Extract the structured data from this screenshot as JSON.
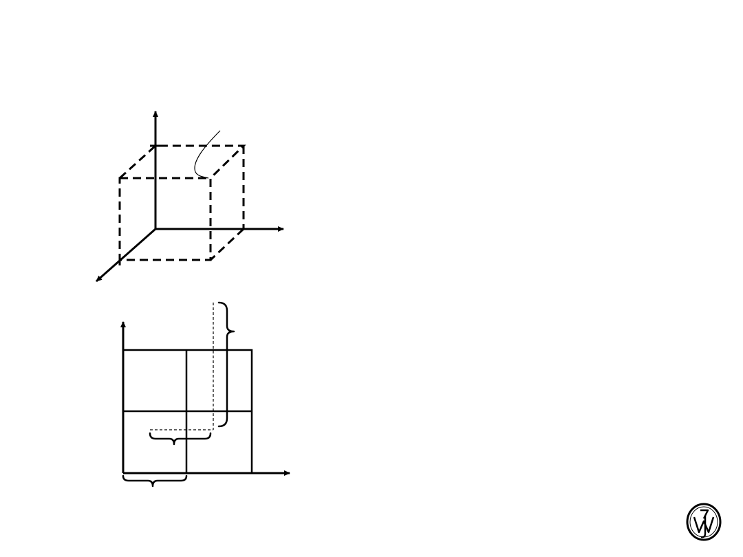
{
  "slide": {
    "background": "#ffffff",
    "stroke_color": "#000000"
  },
  "diagrams": {
    "cube_3d": {
      "axes": [
        "vertical-axis",
        "horizontal-axis",
        "depth-axis"
      ],
      "box_style": "dashed",
      "pointer": "curved-leader-line"
    },
    "grid_2d": {
      "rows": 2,
      "columns": 2,
      "braces": [
        "upper-right-brace",
        "inner-bottom-brace",
        "lower-left-brace"
      ]
    }
  },
  "logo": {
    "icon": "publisher-monogram-icon"
  }
}
